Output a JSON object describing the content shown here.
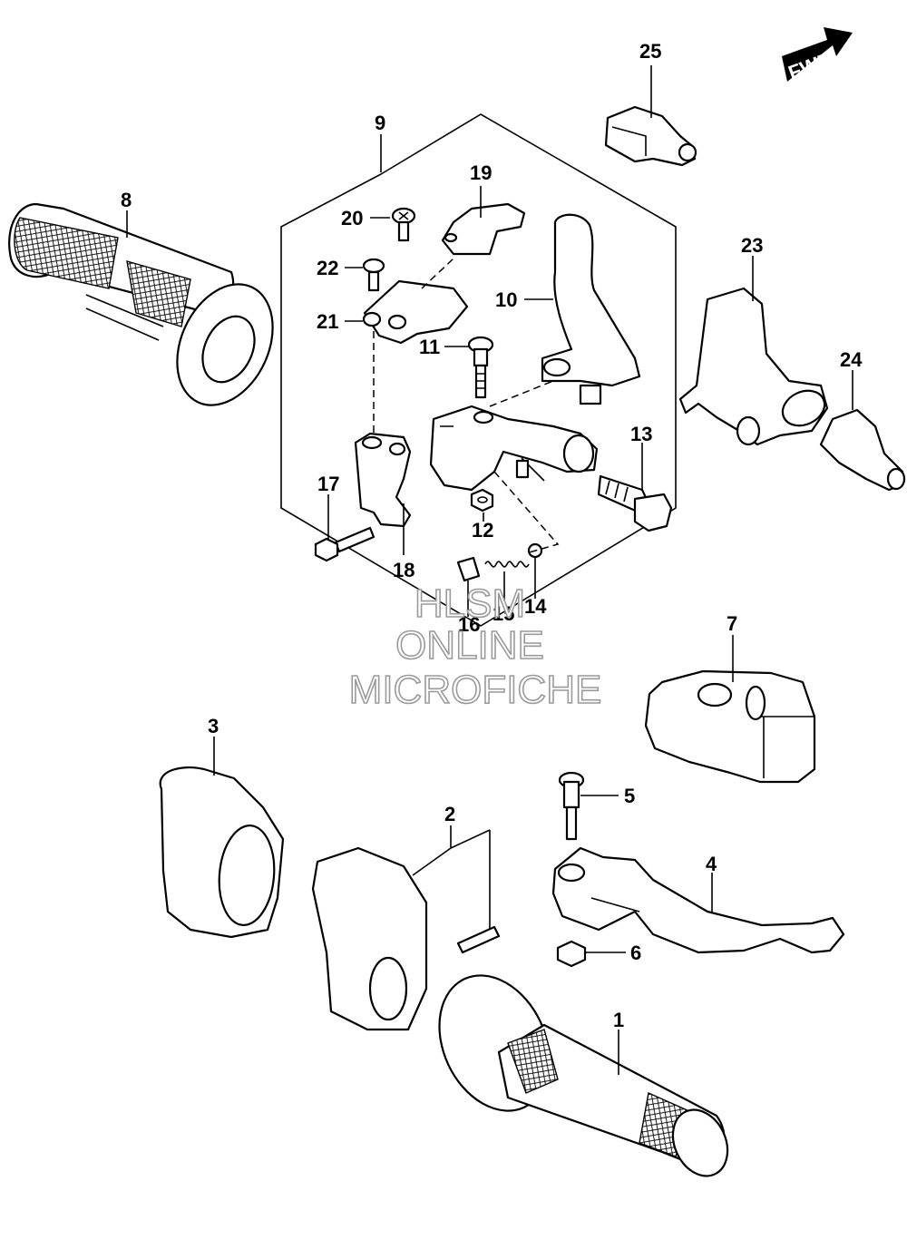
{
  "diagram": {
    "fwd_label": "FWD",
    "watermark": {
      "line1": "HLSM",
      "line2": "ONLINE",
      "line3": "MICROFICHE"
    },
    "callouts": [
      {
        "id": "c1",
        "text": "1"
      },
      {
        "id": "c2",
        "text": "2"
      },
      {
        "id": "c3",
        "text": "3"
      },
      {
        "id": "c4",
        "text": "4"
      },
      {
        "id": "c5",
        "text": "5"
      },
      {
        "id": "c6",
        "text": "6"
      },
      {
        "id": "c7",
        "text": "7"
      },
      {
        "id": "c8",
        "text": "8"
      },
      {
        "id": "c9",
        "text": "9"
      },
      {
        "id": "c10",
        "text": "10"
      },
      {
        "id": "c11",
        "text": "11"
      },
      {
        "id": "c12",
        "text": "12"
      },
      {
        "id": "c13",
        "text": "13"
      },
      {
        "id": "c14",
        "text": "14"
      },
      {
        "id": "c15",
        "text": "15"
      },
      {
        "id": "c16",
        "text": "16"
      },
      {
        "id": "c17",
        "text": "17"
      },
      {
        "id": "c18",
        "text": "18"
      },
      {
        "id": "c19",
        "text": "19"
      },
      {
        "id": "c20",
        "text": "20"
      },
      {
        "id": "c21",
        "text": "21"
      },
      {
        "id": "c22",
        "text": "22"
      },
      {
        "id": "c23",
        "text": "23"
      },
      {
        "id": "c24",
        "text": "24"
      },
      {
        "id": "c25",
        "text": "25"
      }
    ]
  }
}
